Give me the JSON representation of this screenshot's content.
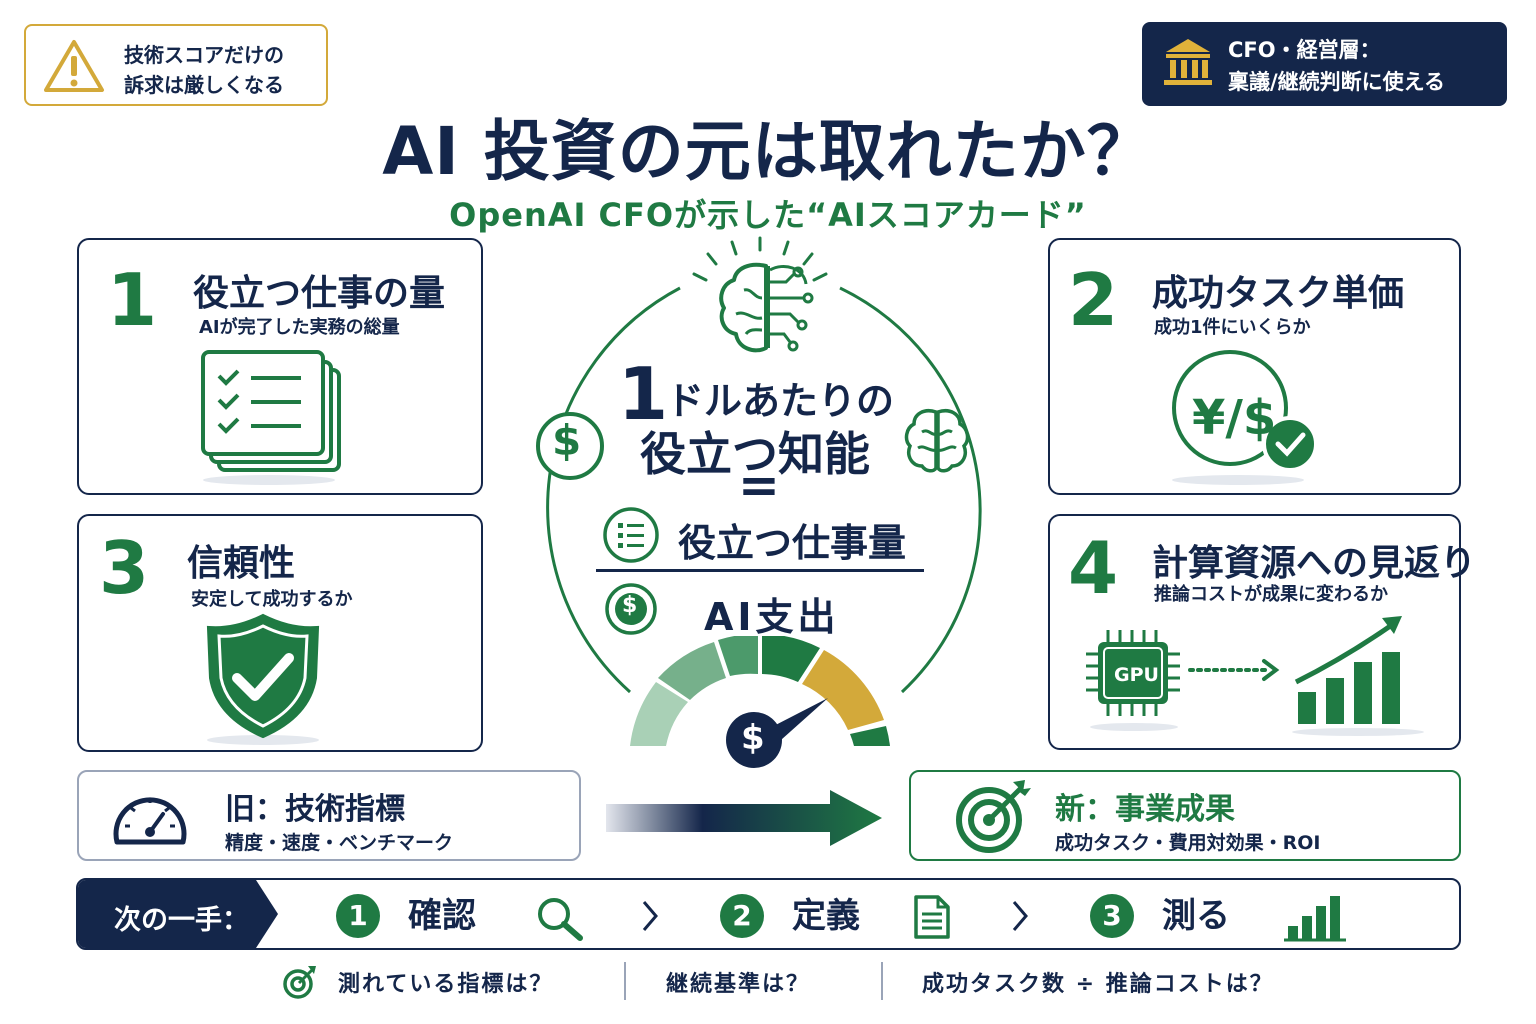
{
  "warning": {
    "line1": "技術スコアだけの",
    "line2": "訴求は厳しくなる"
  },
  "cfo_note": {
    "line1": "CFO・経営層：",
    "line2": "稟議/継続判断に使える"
  },
  "title": "AI 投資の元は取れたか？",
  "subtitle": "OpenAI CFOが示した“AIスコアカード”",
  "cards": [
    {
      "num": "1",
      "heading": "役立つ仕事の量",
      "desc": "AIが完了した実務の総量"
    },
    {
      "num": "2",
      "heading": "成功タスク単価",
      "desc": "成功1件にいくらか",
      "symbol": "¥/$"
    },
    {
      "num": "3",
      "heading": "信頼性",
      "desc": "安定して成功するか"
    },
    {
      "num": "4",
      "heading": "計算資源への見返り",
      "desc": "推論コストが成果に変わるか",
      "chip": "GPU"
    }
  ],
  "center": {
    "line1_num": "1",
    "line1_rest": "ドルあたりの",
    "line2": "役立つ知能",
    "equals": "=",
    "numerator": "役立つ仕事量",
    "denominator": "AI支出",
    "currency": "$"
  },
  "old": {
    "title": "旧：技術指標",
    "desc": "精度・速度・ベンチマーク"
  },
  "new": {
    "title": "新：事業成果",
    "desc": "成功タスク・費用対効果・ROI"
  },
  "next": {
    "label": "次の一手：",
    "steps": [
      {
        "num": "1",
        "label": "確認"
      },
      {
        "num": "2",
        "label": "定義"
      },
      {
        "num": "3",
        "label": "測る"
      }
    ]
  },
  "questions": [
    "測れている指標は？",
    "継続基準は？",
    "成功タスク数 ÷ 推論コストは？"
  ],
  "colors": {
    "navy": "#14264a",
    "green": "#1f7a43",
    "gold": "#d3a93a"
  }
}
